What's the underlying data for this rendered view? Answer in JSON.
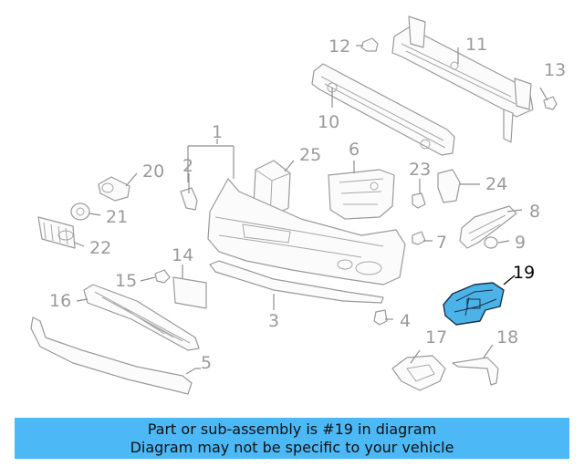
{
  "callouts": {
    "c1": "1",
    "c2": "2",
    "c3": "3",
    "c4": "4",
    "c5": "5",
    "c6": "6",
    "c7": "7",
    "c8": "8",
    "c9": "9",
    "c10": "10",
    "c11": "11",
    "c12": "12",
    "c13": "13",
    "c14": "14",
    "c15": "15",
    "c16": "16",
    "c17": "17",
    "c18": "18",
    "c19": "19",
    "c20": "20",
    "c21": "21",
    "c22": "22",
    "c23": "23",
    "c24": "24",
    "c25": "25"
  },
  "highlighted_part": "19",
  "colors": {
    "highlight_fill": "#4cb3e8",
    "banner_bg": "#4cb8f5",
    "line_gray": "#9a9a9a"
  },
  "banner": {
    "line1": "Part or sub-assembly is #19 in diagram",
    "line2": "Diagram may not be specific to your vehicle"
  }
}
